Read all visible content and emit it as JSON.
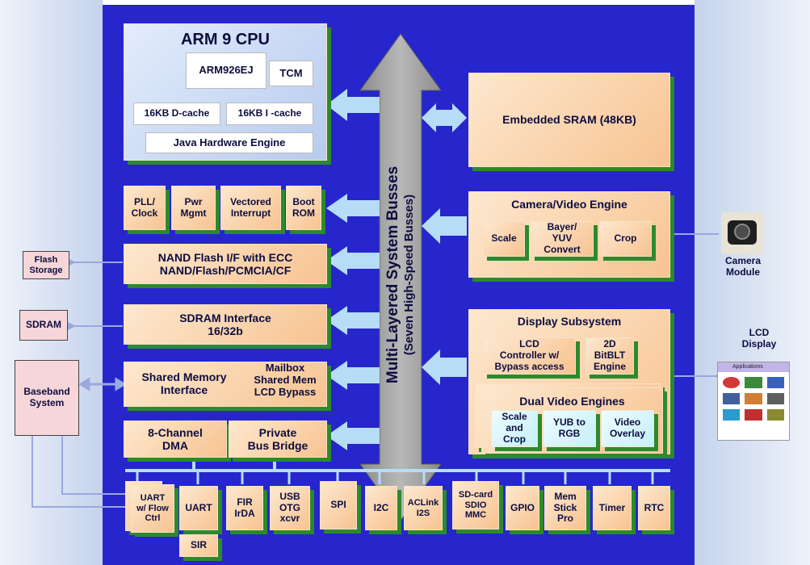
{
  "diagram": {
    "bus_title": "Multi-Layered System Busses",
    "bus_subtitle": "(Seven High-Speed Busses)",
    "cpu": {
      "title": "ARM 9 CPU",
      "core": "ARM926EJ",
      "tcm": "TCM",
      "dcache": "16KB D-cache",
      "icache": "16KB I -cache",
      "java": "Java Hardware Engine"
    },
    "misc_blocks": [
      {
        "id": "pll",
        "label": "PLL/\nClock"
      },
      {
        "id": "pwr",
        "label": "Pwr\nMgmt"
      },
      {
        "id": "vint",
        "label": "Vectored\nInterrupt"
      },
      {
        "id": "boot",
        "label": "Boot\nROM"
      }
    ],
    "nand": "NAND Flash I/F with ECC\nNAND/Flash/PCMCIA/CF",
    "sdram_if": "SDRAM Interface\n16/32b",
    "shared_mem": "Shared Memory\nInterface",
    "mailbox": "Mailbox\nShared Mem\nLCD Bypass",
    "dma": "8-Channel\nDMA",
    "bridge": "Private\nBus Bridge",
    "sram": "Embedded SRAM (48KB)",
    "camera_engine": {
      "title": "Camera/Video Engine",
      "scale": "Scale",
      "bayer": "Bayer/\nYUV\nConvert",
      "crop": "Crop"
    },
    "display": {
      "title": "Display Subsystem",
      "lcd_ctrl": "LCD\nController w/\nBypass access",
      "bitblt": "2D\nBitBLT\nEngine",
      "dual_title": "Dual Video Engines",
      "scale_crop": "Scale\nand\nCrop",
      "yub": "YUB to\nRGB",
      "overlay": "Video\nOverlay"
    },
    "external": {
      "flash": "Flash\nStorage",
      "sdram": "SDRAM",
      "baseband": "Baseband\nSystem",
      "camera_module": "Camera\nModule",
      "lcd_display": "LCD\nDisplay",
      "lcd_app_title": "Applications"
    },
    "peripherals": [
      {
        "id": "uart_flow",
        "label": "UART\nw/ Flow\nCtrl"
      },
      {
        "id": "uart",
        "label": "UART"
      },
      {
        "id": "fir",
        "label": "FIR\nIrDA"
      },
      {
        "id": "usb",
        "label": "USB\nOTG\nxcvr"
      },
      {
        "id": "spi",
        "label": "SPI"
      },
      {
        "id": "i2c",
        "label": "I2C"
      },
      {
        "id": "aclink",
        "label": "ACLink\nI2S"
      },
      {
        "id": "sdio",
        "label": "SD-card\nSDIO\nMMC"
      },
      {
        "id": "gpio",
        "label": "GPIO"
      },
      {
        "id": "memstick",
        "label": "Mem\nStick\nPro"
      },
      {
        "id": "timer",
        "label": "Timer"
      },
      {
        "id": "rtc",
        "label": "RTC"
      }
    ],
    "sir": "SIR"
  }
}
